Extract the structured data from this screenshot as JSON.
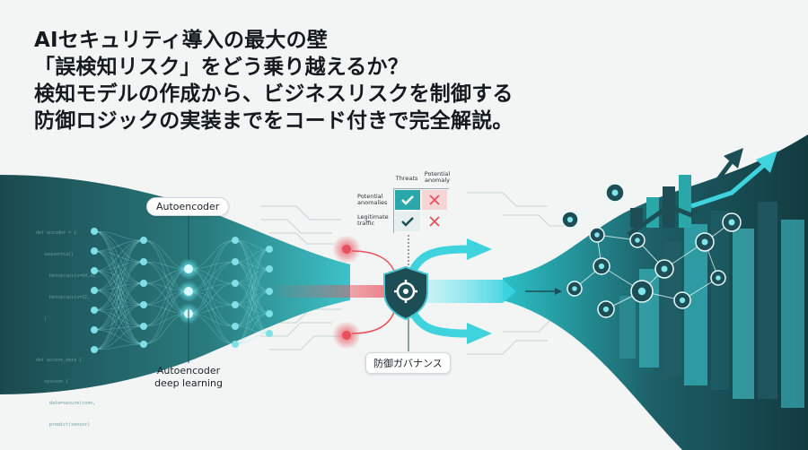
{
  "headline": {
    "line1": "AIセキュリティ導入の最大の壁",
    "line2": "「誤検知リスク」をどう乗り越えるか？",
    "line3": "検知モデルの作成から、ビジネスリスクを制御する",
    "line4": "防御ロジックの実装までをコード付きで完全解説。"
  },
  "labels": {
    "autoencoder": "Autoencoder",
    "autoencoder_deep_1": "Autoencoder",
    "autoencoder_deep_2": "deep learning",
    "governance": "防御ガバナンス"
  },
  "matrix": {
    "col_threats": "Threats",
    "col_potential_1": "Potential",
    "col_potential_2": "anomaly",
    "row_potential_1": "Potential",
    "row_potential_2": "anomalies",
    "row_legit_1": "Legitimate",
    "row_legit_2": "traffic"
  },
  "code_top": [
    "def encoder = {",
    "   sequential(",
    "     Dense(units=64,ac",
    "     Dense(units=32,",
    "   )"
  ],
  "code_bottom": [
    "def access_data {",
    "   sysconn {",
    "     data=secure(conn,",
    "     predict(sensor)"
  ],
  "colors": {
    "teal_dark": "#1d4e55",
    "teal": "#2aa7a8",
    "cyan": "#39d3e0",
    "red": "#e8505b",
    "background": "#f3f5f5"
  }
}
